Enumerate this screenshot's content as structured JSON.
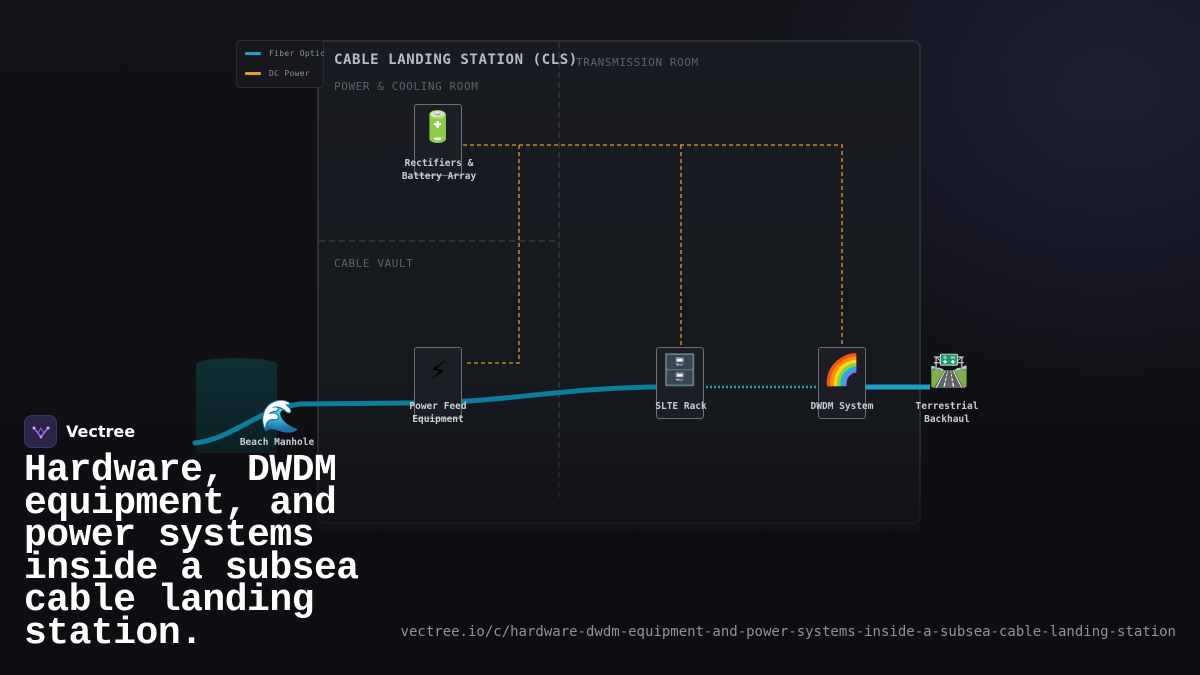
{
  "diagram": {
    "title": "CABLE LANDING STATION (CLS)",
    "zones": {
      "transmission_room": "TRANSMISSION ROOM",
      "power_cooling_room": "POWER & COOLING ROOM",
      "cable_vault": "CABLE VAULT"
    },
    "legend": {
      "fiber": {
        "label": "Fiber Optic",
        "color": "#1ea0c8"
      },
      "power": {
        "label": "DC Power",
        "color": "#e69a28"
      }
    },
    "nodes": {
      "rectifiers": {
        "icon": "battery-icon",
        "glyph": "🔋",
        "label": "Rectifiers &\nBattery Array"
      },
      "pfe": {
        "icon": "lightning-icon",
        "glyph": "⚡",
        "label": "Power Feed\nEquipment"
      },
      "slte": {
        "icon": "file-cabinet-icon",
        "glyph": "🗄️",
        "label": "SLTE Rack"
      },
      "dwdm": {
        "icon": "rainbow-icon",
        "glyph": "🌈",
        "label": "DWDM System"
      },
      "backhaul": {
        "icon": "motorway-icon",
        "glyph": "🛣️",
        "label": "Terrestrial\nBackhaul"
      },
      "manhole": {
        "icon": "wave-icon",
        "glyph": "🌊",
        "label": "Beach Manhole"
      }
    }
  },
  "brand": {
    "name": "Vectree",
    "logo_icon": "vectree-logo-icon"
  },
  "headline": "Hardware, DWDM equipment, and power systems inside a subsea cable landing station.",
  "url": "vectree.io/c/hardware-dwdm-equipment-and-power-systems-inside-a-subsea-cable-landing-station"
}
